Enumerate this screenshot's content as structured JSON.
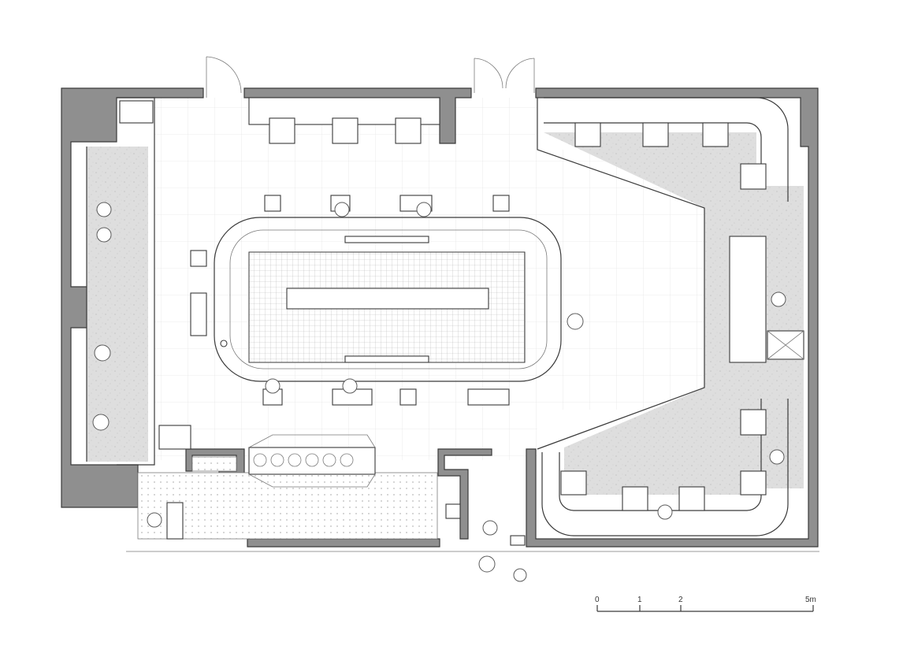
{
  "scale_bar": {
    "labels": [
      "0",
      "1",
      "2",
      "5m"
    ]
  },
  "colors": {
    "wall": "#8f8f8f",
    "line": "#3a3a3a",
    "terrazzo": "#d9d9d9",
    "background": "#ffffff"
  }
}
